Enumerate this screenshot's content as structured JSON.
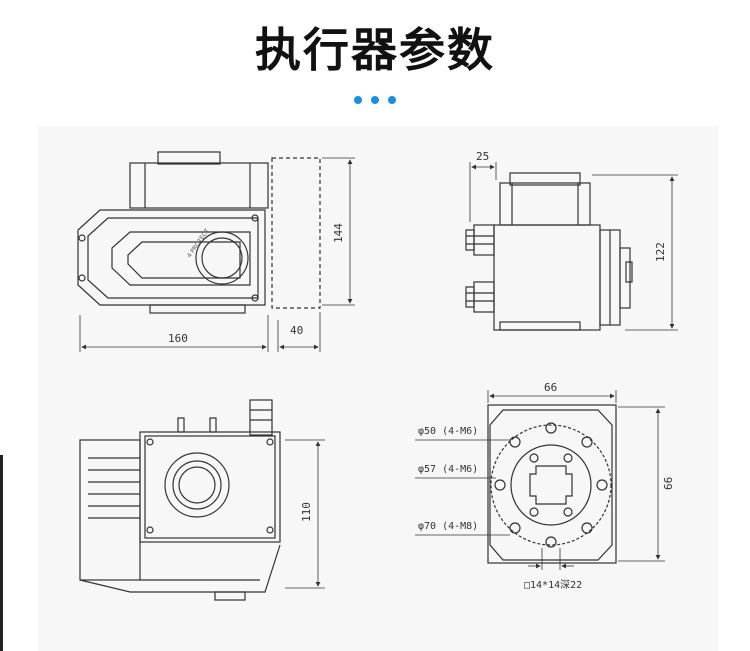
{
  "title": "执行器参数",
  "accent_color": "#1a8fe0",
  "dims": {
    "front_width": "160",
    "front_ext": "40",
    "front_height": "144",
    "side_depth": "25",
    "side_height": "122",
    "bottom_height": "110",
    "flange_width": "66",
    "flange_height": "66"
  },
  "flange_notes": {
    "pcd50": "φ50 (4-M6)",
    "pcd57": "φ57 (4-M6)",
    "pcd70": "φ70 (4-M8)",
    "square": "□14*14深22"
  },
  "emblem_text": "4 PROTECT"
}
